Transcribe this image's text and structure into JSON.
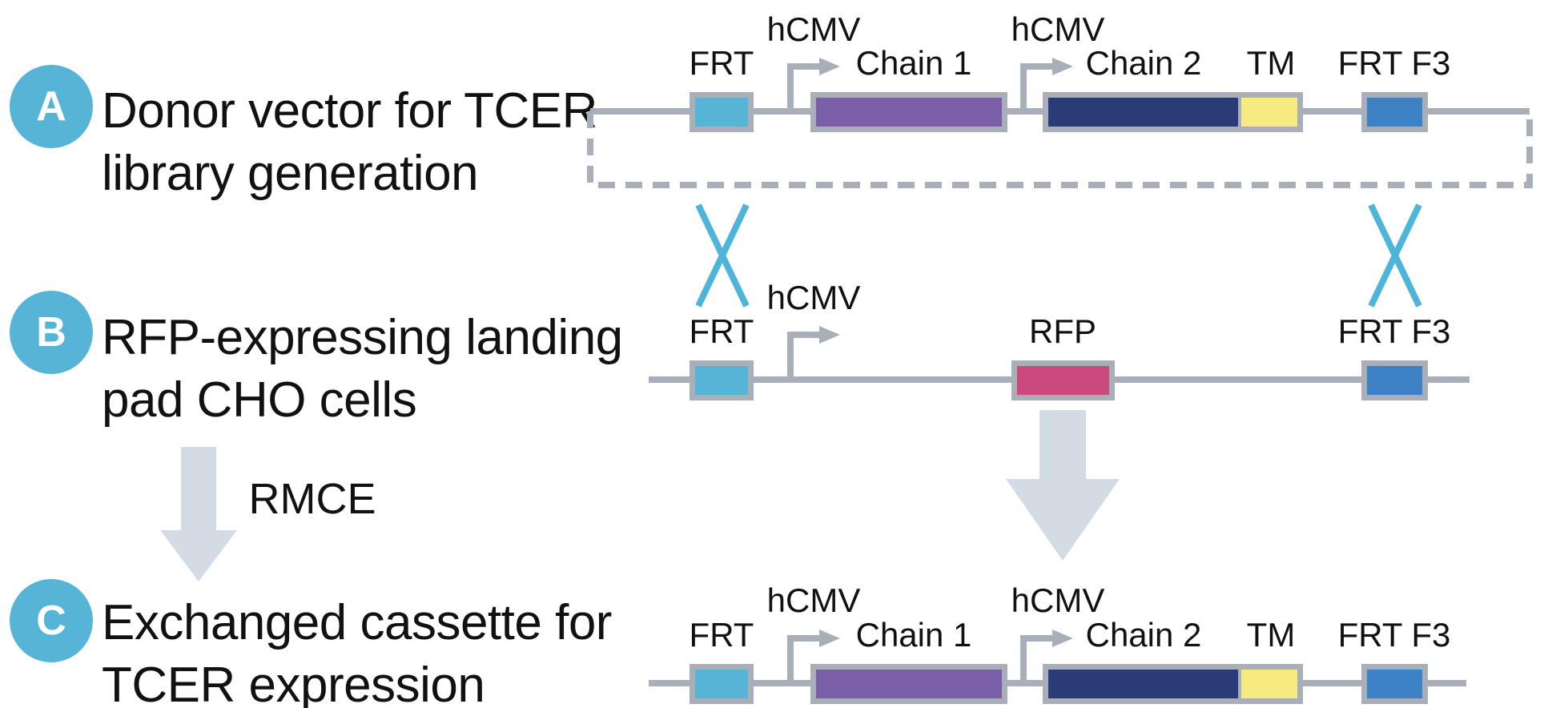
{
  "panels": [
    {
      "badge": "A",
      "line1": "Donor vector for TCER",
      "line2": "library generation"
    },
    {
      "badge": "B",
      "line1": "RFP-expressing landing",
      "line2": "pad CHO cells"
    },
    {
      "badge": "C",
      "line1": "Exchanged cassette for",
      "line2": "TCER expression"
    }
  ],
  "process_label": "RMCE",
  "rows": {
    "donor": {
      "frt": "FRT",
      "hcmv_1": "hCMV",
      "chain1": "Chain 1",
      "hcmv_2": "hCMV",
      "chain2": "Chain 2",
      "tm": "TM",
      "frt_f3": "FRT F3"
    },
    "landing": {
      "frt": "FRT",
      "hcmv": "hCMV",
      "rfp": "RFP",
      "frt_f3": "FRT F3"
    },
    "exchanged": {
      "frt": "FRT",
      "hcmv_1": "hCMV",
      "chain1": "Chain 1",
      "hcmv_2": "hCMV",
      "chain2": "Chain 2",
      "tm": "TM",
      "frt_f3": "FRT F3"
    }
  },
  "icons": {
    "promoter_arrow": "bent right arrow from promoter to gene",
    "recombination_cross": "blue X crossover between FRT sites",
    "rmce_arrow": "large downward block arrow",
    "exchange_arrow": "large downward block arrow",
    "vector_boundary": "dashed plasmid boundary rectangle"
  },
  "colors": {
    "light_blue": "#56b4d7",
    "purple": "#7a5ea6",
    "navy": "#2a3c78",
    "yellow": "#f7ea80",
    "medium_blue": "#3c82c4",
    "pink": "#cb4a7d",
    "gray": "#a8afb9",
    "arrow_gray": "#d3dce4",
    "text": "#111111"
  }
}
